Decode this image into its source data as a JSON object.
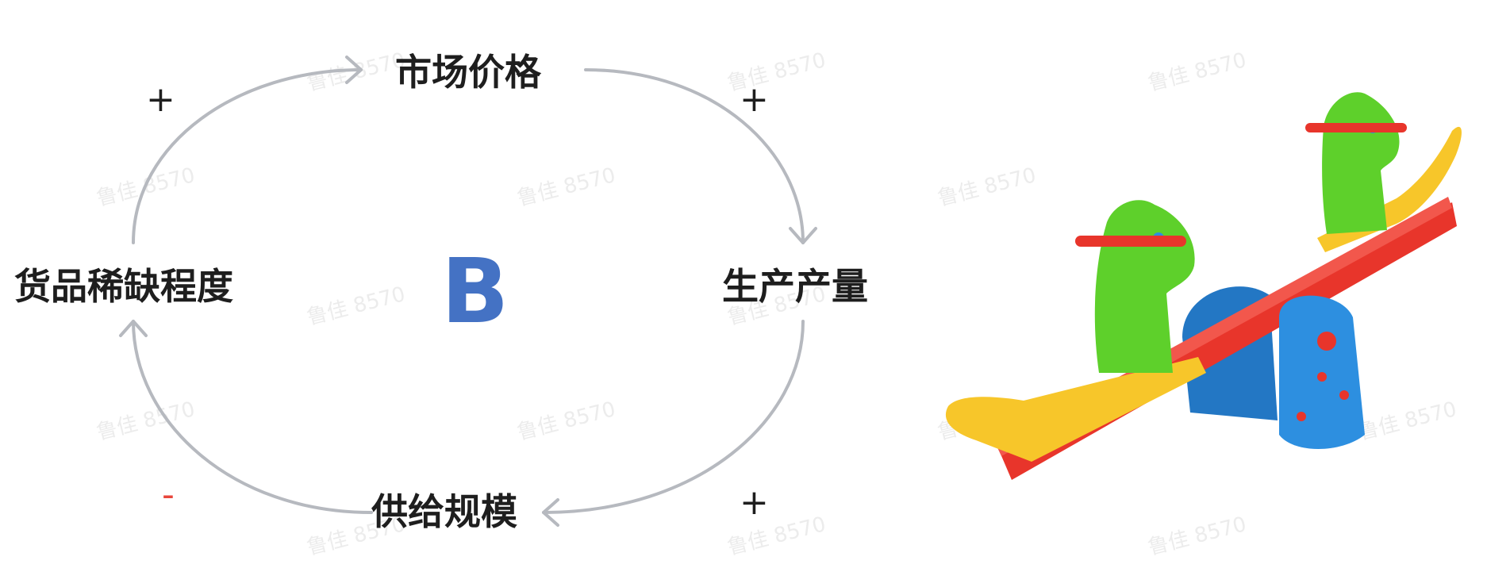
{
  "nodes": {
    "market_price": "市场价格",
    "production_output": "生产产量",
    "supply_scale": "供给规模",
    "scarcity": "货品稀缺程度"
  },
  "signs": {
    "price_to_output": "+",
    "output_to_supply": "+",
    "supply_to_scarcity": "-",
    "scarcity_to_price": "+"
  },
  "center_label": "B",
  "watermark_text": "鲁佳 8570",
  "colors": {
    "arrow": "#b6b9bf",
    "center": "#4472c4",
    "negative": "#e8463c",
    "text": "#1e1e1e",
    "toy_red": "#e8352b",
    "toy_yellow": "#f7c62a",
    "toy_green": "#5ed02b",
    "toy_blue": "#2d8fe0"
  },
  "image": {
    "subject": "seesaw-toy"
  }
}
